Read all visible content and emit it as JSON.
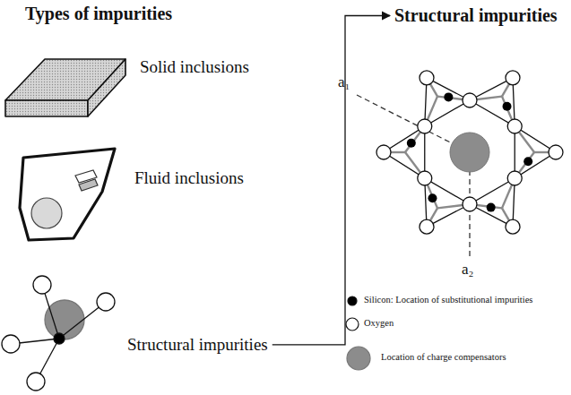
{
  "diagram": {
    "title": "Types of impurities",
    "nodes": [
      {
        "text": [
          "Structural impurities"
        ]
      },
      {
        "text": [
          "Structural impurities"
        ]
      }
    ],
    "edges": [
      {
        "from": 0,
        "to": 1,
        "arrow": "to"
      }
    ],
    "labels": [
      "Solid inclusions",
      "Fluid inclusions",
      "a₁",
      "a₂"
    ],
    "legend": [
      {
        "text": "Silicon: Location of substitutional impurities",
        "color": "#000000"
      },
      {
        "text": "Oxygen",
        "color": "#ffffff"
      },
      {
        "text": "Location of charge compensators",
        "color": "#8c8c8c"
      }
    ]
  }
}
